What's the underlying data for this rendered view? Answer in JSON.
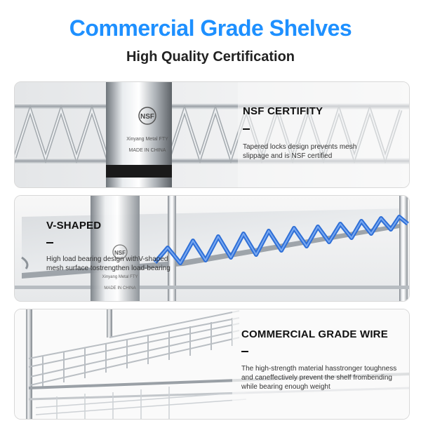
{
  "header": {
    "title": "Commercial Grade Shelves",
    "subtitle": "High Quality Certification"
  },
  "features": [
    {
      "heading": "NSF CERTIFITY",
      "dash": "–",
      "line1": "Tapered locks design prevents mesh",
      "line2": "slippage and is NSF certified",
      "post_text": [
        "NSF",
        "Xinyang Metal FTY",
        "MADE IN CHINA"
      ]
    },
    {
      "heading": "V-SHAPED",
      "dash": "–",
      "line1": "High load bearing design withV-shaped",
      "line2": "mesh surface tostrengthen load-bearing",
      "post_text": [
        "NSF",
        "Xinyang Metal FTY",
        "MADE IN CHINA"
      ]
    },
    {
      "heading": "COMMERCIAL GRADE WIRE",
      "dash": "–",
      "line1": "The high-strength material hasstronger toughness",
      "line2": "and caneffectively prevent the shelf frombending",
      "line3": "while bearing enough weight"
    }
  ],
  "colors": {
    "title": "#1e90ff",
    "accent_wire": "#3a7fe0",
    "chrome": "#c8ccd0"
  }
}
